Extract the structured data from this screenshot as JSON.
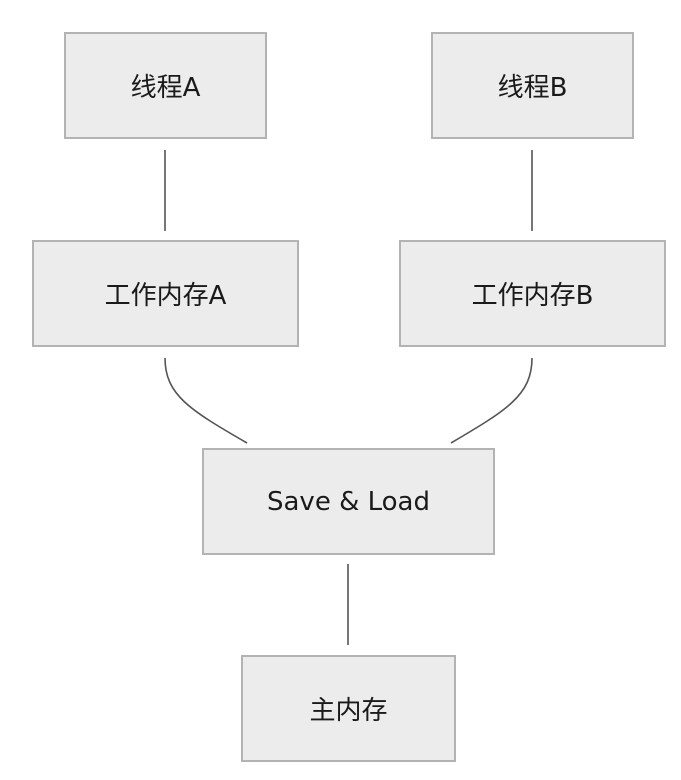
{
  "nodes": {
    "thread_a": "线程A",
    "thread_b": "线程B",
    "working_memory_a": "工作内存A",
    "working_memory_b": "工作内存B",
    "save_load": "Save & Load",
    "main_memory": "主内存"
  },
  "colors": {
    "node_fill": "#ececec",
    "node_border": "#b3b3b3",
    "edge": "#555555",
    "text": "#1a1a1a"
  }
}
